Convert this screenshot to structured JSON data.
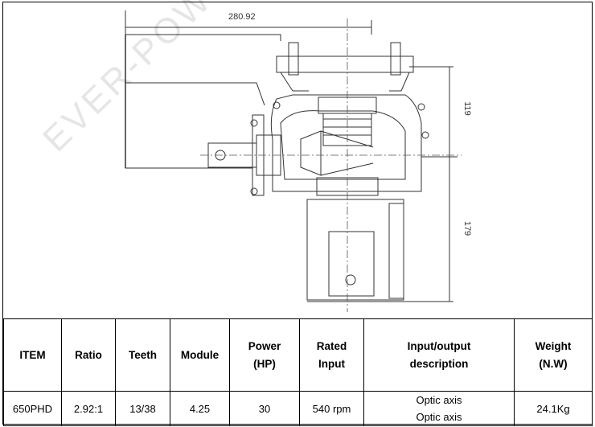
{
  "drawing": {
    "dim_top": "280.92",
    "dim_right_upper": "119",
    "dim_right_lower": "179",
    "watermark": "EVER-POWER GROUP CO."
  },
  "table": {
    "headers": {
      "item": "ITEM",
      "ratio": "Ratio",
      "teeth": "Teeth",
      "module": "Module",
      "power_line1": "Power",
      "power_line2": "(HP)",
      "rated_line1": "Rated",
      "rated_line2": "Input",
      "io_line1": "Input/output",
      "io_line2": "description",
      "weight_line1": "Weight",
      "weight_line2": "(N.W)"
    },
    "row": {
      "item": "650PHD",
      "ratio": "2.92:1",
      "teeth": "13/38",
      "module": "4.25",
      "power": "30",
      "rated_input": "540 rpm",
      "io_line1": "Optic axis",
      "io_line2": "Optic axis",
      "weight": "24.1Kg"
    }
  }
}
